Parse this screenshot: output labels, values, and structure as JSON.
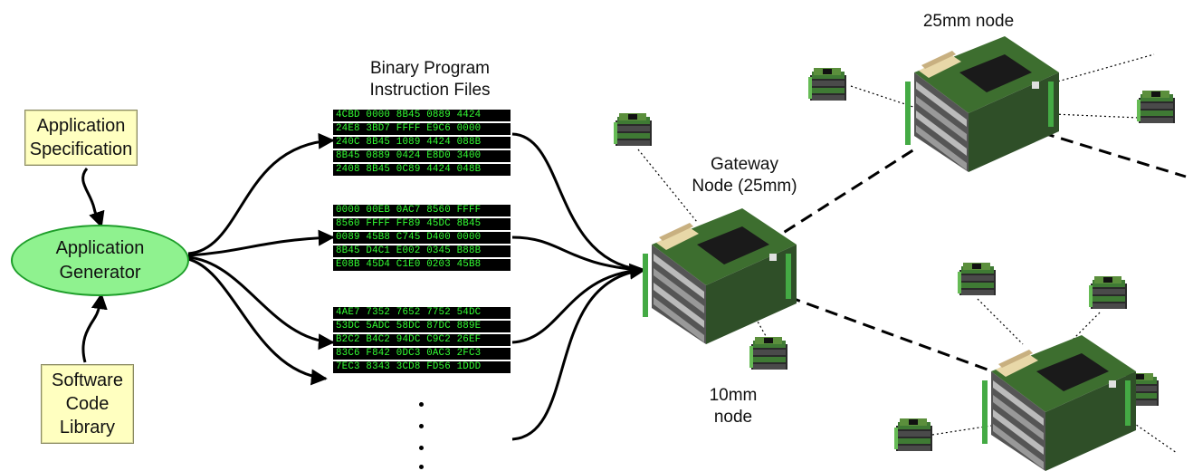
{
  "boxes": {
    "application_spec": [
      "Application",
      "Specification"
    ],
    "software_code": [
      "Software",
      "Code",
      "Library"
    ]
  },
  "generator": [
    "Application",
    "Generator"
  ],
  "binary_files_title": [
    "Binary Program",
    "Instruction Files"
  ],
  "hex_blocks": [
    [
      "4CBD 0000 8B45 0889 4424",
      "24E8 3BD7 FFFF E9C6 0000",
      "240C 8B45 1089 4424 088B",
      "8B45 0889 0424 E8D0 3400",
      "2408 8B45 0C89 4424 048B"
    ],
    [
      "0000 00EB 0AC7 8560 FFFF",
      "8560 FFFF FF89 45DC 8B45",
      "0089 45B8 C745 D400 0000",
      "8B45 D4C1 E002 0345 B88B",
      "E08B 45D4 C1E0 0203 45B8"
    ],
    [
      "4AE7 7352 7652 7752 54DC",
      "53DC 5ADC 58DC 87DC 889E",
      "B2C2 B4C2 94DC C9C2 26EF",
      "83C6 F842 0DC3 0AC3 2FC3",
      "7EC3 8343 3CD8 FD56 1DDD"
    ]
  ],
  "node_labels": {
    "node_25mm": "25mm node",
    "gateway": [
      "Gateway",
      "Node (25mm)"
    ],
    "node_10mm": [
      "10mm",
      "node"
    ]
  },
  "colors": {
    "box_fill": "#ffffc0",
    "ellipse_fill": "#8ff28f",
    "hex_bg": "#000000",
    "hex_text": "#33ff33",
    "pcb_green": "#2e6b2e"
  }
}
